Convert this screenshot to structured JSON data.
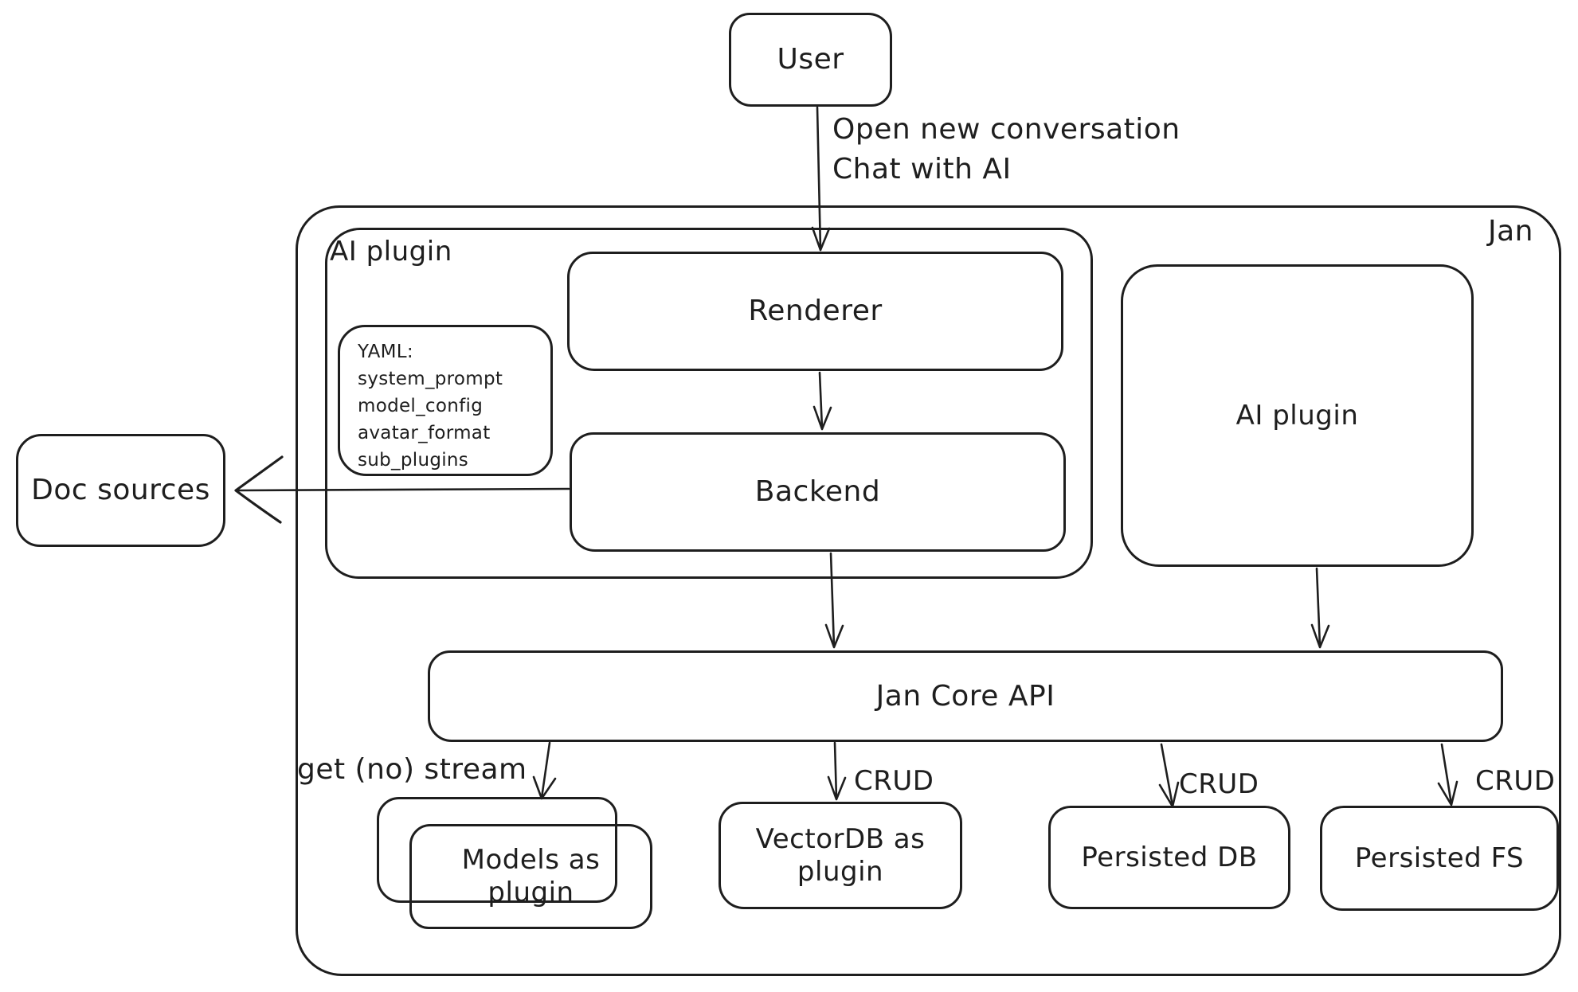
{
  "diagram": {
    "background": "#ffffff",
    "stroke_color": "#1e1e1e",
    "nodes": {
      "user": {
        "label": "User"
      },
      "jan_container": {
        "label": "Jan"
      },
      "ai_plugin_container": {
        "label": "AI plugin"
      },
      "renderer": {
        "label": "Renderer"
      },
      "yaml_note": {
        "lines": [
          "YAML:",
          "system_prompt",
          "model_config",
          "avatar_format",
          "sub_plugins"
        ]
      },
      "backend": {
        "label": "Backend"
      },
      "ai_plugin_right": {
        "label": "AI plugin"
      },
      "doc_sources": {
        "label": "Doc sources"
      },
      "jan_core_api": {
        "label": "Jan Core API"
      },
      "models_as_plugin": {
        "label": "Models as plugin"
      },
      "vectordb_as_plugin": {
        "label": "VectorDB as plugin"
      },
      "persisted_db": {
        "label": "Persisted DB"
      },
      "persisted_fs": {
        "label": "Persisted FS"
      }
    },
    "edges": {
      "user_to_renderer": {
        "label_line1": "Open new conversation",
        "label_line2": "Chat with AI"
      },
      "core_to_models": {
        "label": "get (no) stream"
      },
      "core_to_vectordb": {
        "label": "CRUD"
      },
      "core_to_persisted_db": {
        "label": "CRUD"
      },
      "core_to_persisted_fs": {
        "label": "CRUD"
      }
    }
  }
}
